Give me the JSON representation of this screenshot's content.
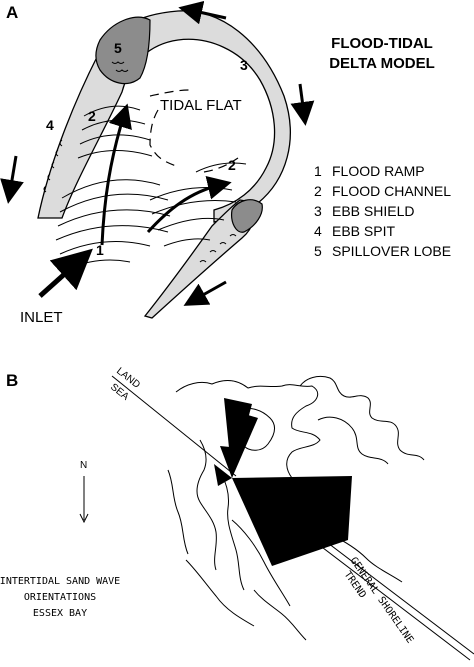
{
  "panel_a": {
    "label": "A",
    "title_line1": "FLOOD-TIDAL",
    "title_line2": "DELTA MODEL",
    "tidal_flat": "TIDAL FLAT",
    "inlet": "INLET",
    "feature_numbers": [
      "1",
      "2",
      "2",
      "3",
      "4",
      "5"
    ],
    "legend": [
      {
        "num": "1",
        "text": "FLOOD RAMP"
      },
      {
        "num": "2",
        "text": "FLOOD CHANNEL"
      },
      {
        "num": "3",
        "text": "EBB SHIELD"
      },
      {
        "num": "4",
        "text": "EBB SPIT"
      },
      {
        "num": "5",
        "text": "SPILLOVER LOBE"
      }
    ]
  },
  "panel_b": {
    "label": "B",
    "land": "LAND",
    "sea": "SEA",
    "north": "N",
    "shoreline_line1": "GENERAL SHORELINE",
    "shoreline_line2": "TREND",
    "caption_line1": "INTERTIDAL SAND WAVE",
    "caption_line2": "ORIENTATIONS",
    "caption_line3": "ESSEX BAY"
  },
  "colors": {
    "light_sand": "#dcdcdc",
    "dark_sand": "#8c8c8c",
    "ink": "#000000"
  }
}
